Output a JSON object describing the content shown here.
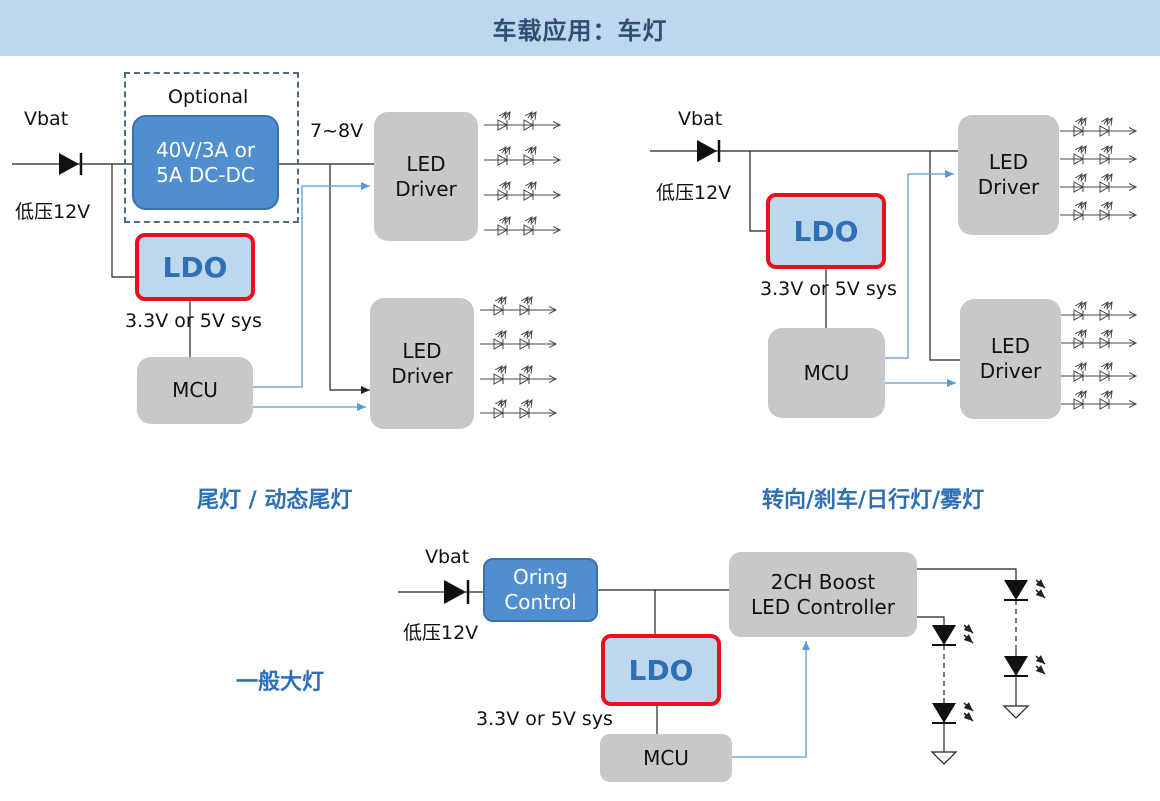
{
  "page": {
    "title": "车载应用：车灯"
  },
  "tail": {
    "section_title": "尾灯 / 动态尾灯",
    "vbat": "Vbat",
    "low_voltage": "低压12V",
    "optional": "Optional",
    "dcdc": [
      "40V/3A or",
      "5A DC-DC"
    ],
    "voltage": "7~8V",
    "ldo": "LDO",
    "sys": "3.3V or 5V sys",
    "mcu": "MCU",
    "driver_1": [
      "LED",
      "Driver"
    ],
    "driver_2": [
      "LED",
      "Driver"
    ]
  },
  "turn": {
    "section_title": "转向/刹车/日行灯/雾灯",
    "vbat": "Vbat",
    "low_voltage": "低压12V",
    "ldo": "LDO",
    "sys": "3.3V or 5V sys",
    "mcu": "MCU",
    "driver_1": [
      "LED",
      "Driver"
    ],
    "driver_2": [
      "LED",
      "Driver"
    ]
  },
  "head": {
    "section_title": "一般大灯",
    "vbat": "Vbat",
    "low_voltage": "低压12V",
    "oring": [
      "Oring",
      "Control"
    ],
    "ldo": "LDO",
    "sys": "3.3V or 5V sys",
    "mcu": "MCU",
    "controller": [
      "2CH Boost",
      "LED Controller"
    ]
  },
  "colors": {
    "header_bg": "#bdd7ee",
    "accent_blue": "#2e6fb5",
    "ldo_border": "#e8101a",
    "box_gray": "#c8c8c8",
    "signal_line": "#5b9bd5"
  }
}
